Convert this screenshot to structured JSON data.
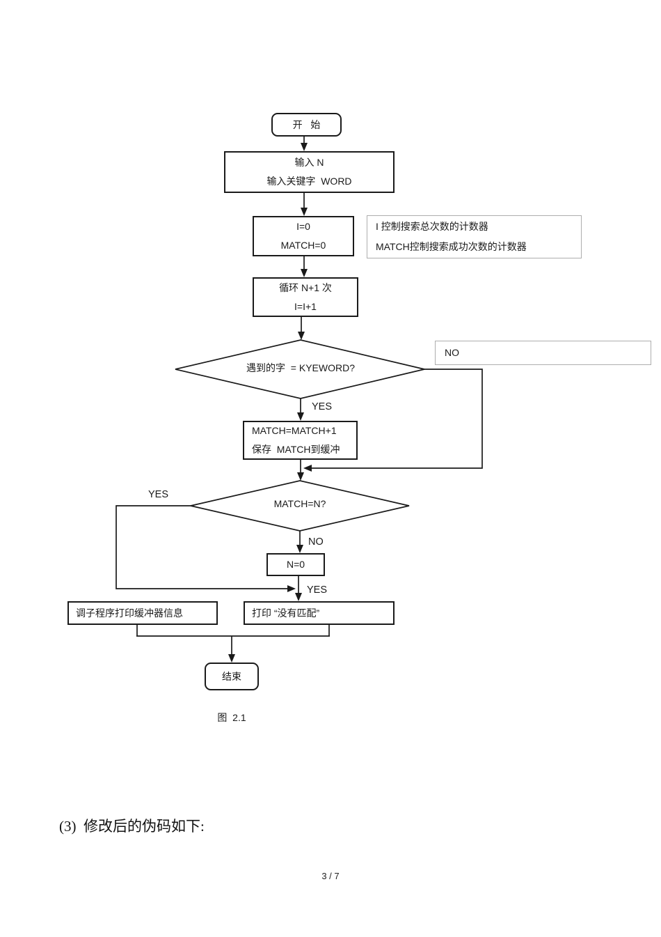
{
  "flowchart": {
    "start_label": "开   始",
    "input_line1": "输入 N",
    "input_line2": "输入关键字  WORD",
    "init_line1": "I=0",
    "init_line2": "MATCH=0",
    "note_line1": "I 控制搜索总次数的计数器",
    "note_line2": "MATCH控制搜索成功次数的计数器",
    "loop_line1": "循环 N+1 次",
    "loop_line2": "I=I+1",
    "decision1_text": "遇到的字  = KYEWORD?",
    "no1_label": "NO",
    "yes1_label": "YES",
    "match_line1": "MATCH=MATCH+1",
    "match_line2": "保存  MATCH到缓冲",
    "decision2_text": "MATCH=N?",
    "yes2_label": "YES",
    "no2_label": "NO",
    "n0_label": "N=0",
    "yes3_label": "YES",
    "print_buffer_label": "调子程序打印缓冲器信息",
    "print_nomatch_label": "打印 “没有匹配”",
    "end_label": "结束",
    "caption": "图  2.1"
  },
  "document": {
    "paragraph": "(3)  修改后的伪码如下:",
    "page_number": "3 / 7"
  },
  "colors": {
    "line": "#1a1a1a",
    "note_border": "#adadad"
  }
}
